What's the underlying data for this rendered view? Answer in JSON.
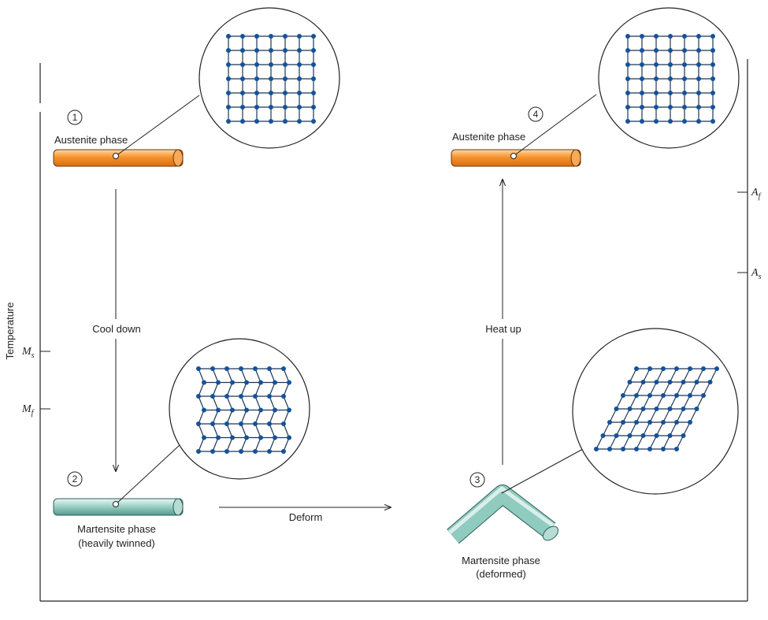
{
  "axis": {
    "left_label": "Temperature",
    "ms_main": "M",
    "ms_sub": "s",
    "mf_main": "M",
    "mf_sub": "f",
    "af_main": "A",
    "af_sub": "f",
    "as_main": "A",
    "as_sub": "s"
  },
  "stage1": {
    "number": "1",
    "label": "Austenite phase"
  },
  "stage2": {
    "number": "2",
    "label_line1": "Martensite phase",
    "label_line2": "(heavily twinned)"
  },
  "stage3": {
    "number": "3",
    "label_line1": "Martensite phase",
    "label_line2": "(deformed)"
  },
  "stage4": {
    "number": "4",
    "label": "Austenite phase"
  },
  "arrows": {
    "cool": "Cool down",
    "deform": "Deform",
    "heat": "Heat up"
  },
  "colors": {
    "austenite": "#f5932d",
    "martensite": "#7cc4b7",
    "atom": "#13539a",
    "lattice_line": "#1f3554"
  }
}
